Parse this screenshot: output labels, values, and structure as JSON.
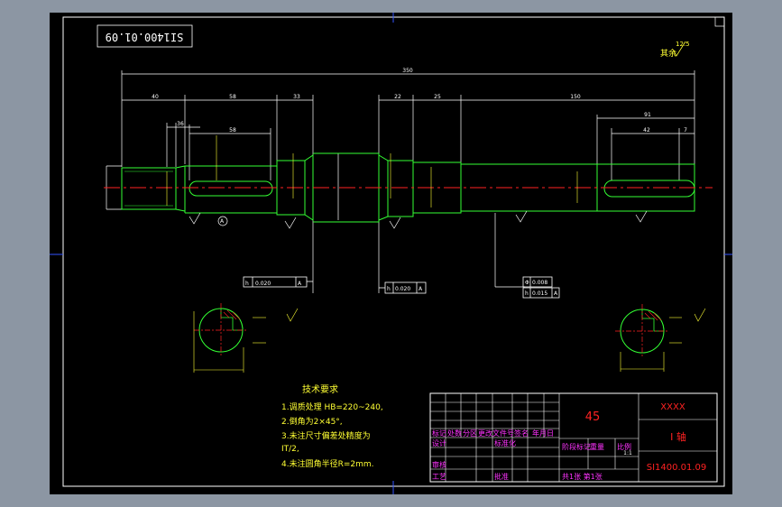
{
  "drawing": {
    "code_rotated": "SI1400.01.09",
    "roughness_label": "其余",
    "roughness_value": "12.5",
    "title_block": {
      "material": "45",
      "company": "XXXX",
      "part_name": "I 轴",
      "drawing_no": "SI1400.01.09",
      "scale": "1:1",
      "header_labels": [
        "标记",
        "处数",
        "分区",
        "更改文件号",
        "签名",
        "年月日"
      ],
      "row_design": "设计",
      "row_standard": "标准化",
      "row_review": "审核",
      "row_process": "工艺",
      "row_approve": "批准",
      "stage_label": "阶段标记",
      "weight_label": "重量",
      "scale_label": "比例",
      "sheets_label": "共1张 第1张"
    },
    "tech_req": {
      "title": "技术要求",
      "items": [
        "1.调质处理 HB=220~240,",
        "2.倒角为2×45°,",
        "3.未注尺寸偏差处精度为",
        "IT/2,",
        "4.未注圆角半径R=2mm."
      ]
    },
    "dims": {
      "overall": "350",
      "d40": "40",
      "d58": "58",
      "d33": "33",
      "d22": "22",
      "d25": "25",
      "d150": "150",
      "d36": "36",
      "d91": "91",
      "d42": "42",
      "d7": "7"
    },
    "tolerances": {
      "runout_left": [
        "h",
        "0.020",
        "A"
      ],
      "runout_mid": [
        "h",
        "0.020",
        "A"
      ],
      "tol_right_1": [
        "Φ",
        "0.008"
      ],
      "tol_right_2": [
        "h",
        "0.015",
        "A"
      ]
    },
    "datum": "A",
    "colors": {
      "frame_bg": "#000000",
      "border": "#ffffff",
      "dim": "#ffffff",
      "outline": "#33ff33",
      "center": "#ff2222",
      "text_yellow": "#ffff33",
      "title_red": "#ff2222",
      "title_magenta": "#ff33ff"
    }
  }
}
